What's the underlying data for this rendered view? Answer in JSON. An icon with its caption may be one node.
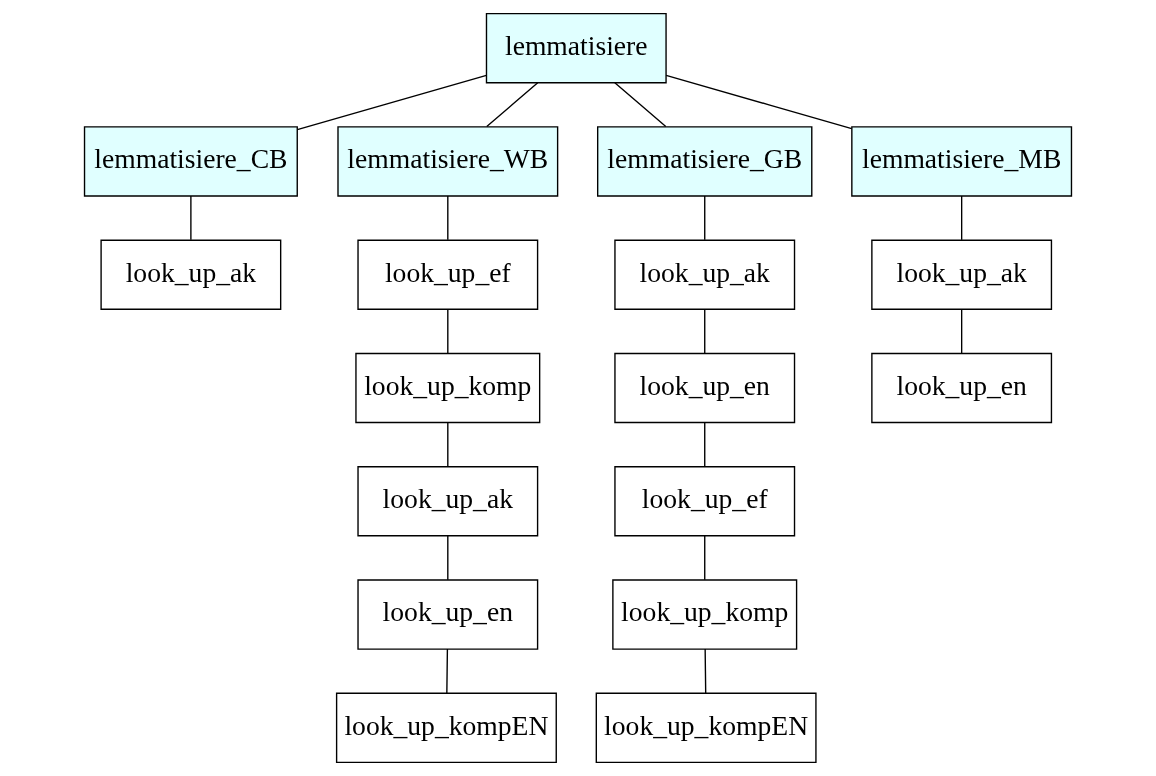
{
  "diagram": {
    "nodes": [
      {
        "text": [
          "lemmatisiere"
        ]
      },
      {
        "text": [
          "lemmatisiere_CB"
        ]
      },
      {
        "text": [
          "lemmatisiere_WB"
        ]
      },
      {
        "text": [
          "lemmatisiere_GB"
        ]
      },
      {
        "text": [
          "lemmatisiere_MB"
        ]
      },
      {
        "text": [
          "look_up_ak"
        ]
      },
      {
        "text": [
          "look_up_ef"
        ]
      },
      {
        "text": [
          "look_up_komp"
        ]
      },
      {
        "text": [
          "look_up_ak"
        ]
      },
      {
        "text": [
          "look_up_en"
        ]
      },
      {
        "text": [
          "look_up_kompEN"
        ]
      },
      {
        "text": [
          "look_up_ak"
        ]
      },
      {
        "text": [
          "look_up_en"
        ]
      },
      {
        "text": [
          "look_up_ef"
        ]
      },
      {
        "text": [
          "look_up_komp"
        ]
      },
      {
        "text": [
          "look_up_kompEN"
        ]
      },
      {
        "text": [
          "look_up_ak"
        ]
      },
      {
        "text": [
          "look_up_en"
        ]
      }
    ],
    "edges": [
      {
        "from": 0,
        "to": 1,
        "arrow": "none"
      },
      {
        "from": 0,
        "to": 2,
        "arrow": "none"
      },
      {
        "from": 0,
        "to": 3,
        "arrow": "none"
      },
      {
        "from": 0,
        "to": 4,
        "arrow": "none"
      },
      {
        "from": 1,
        "to": 5,
        "arrow": "none"
      },
      {
        "from": 2,
        "to": 6,
        "arrow": "none"
      },
      {
        "from": 6,
        "to": 7,
        "arrow": "none"
      },
      {
        "from": 7,
        "to": 8,
        "arrow": "none"
      },
      {
        "from": 8,
        "to": 9,
        "arrow": "none"
      },
      {
        "from": 9,
        "to": 10,
        "arrow": "none"
      },
      {
        "from": 3,
        "to": 11,
        "arrow": "none"
      },
      {
        "from": 11,
        "to": 12,
        "arrow": "none"
      },
      {
        "from": 12,
        "to": 13,
        "arrow": "none"
      },
      {
        "from": 13,
        "to": 14,
        "arrow": "none"
      },
      {
        "from": 14,
        "to": 15,
        "arrow": "none"
      },
      {
        "from": 4,
        "to": 16,
        "arrow": "none"
      },
      {
        "from": 16,
        "to": 17,
        "arrow": "none"
      }
    ]
  }
}
